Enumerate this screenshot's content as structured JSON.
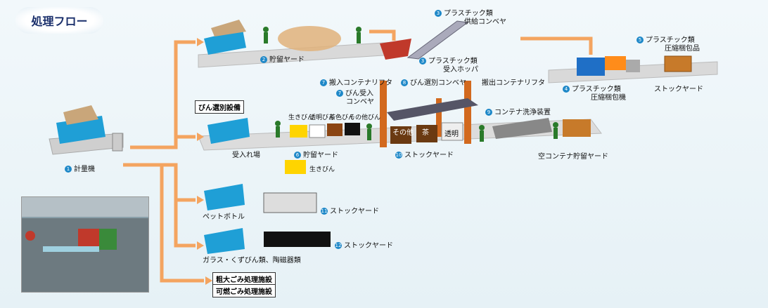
{
  "title": "処理フロー",
  "header_box": "びん選別設備",
  "facility_boxes": [
    "粗大ごみ処理施設",
    "可燃ごみ処理施設"
  ],
  "labels": {
    "n1": "計量機",
    "n2": "貯留ヤード",
    "n3a_line1": "プラスチック類",
    "n3a_line2": "供給コンベヤ",
    "n3b_line1": "プラスチック類",
    "n3b_line2": "受入ホッパ",
    "n4_line1": "プラスチック類",
    "n4_line2": "圧縮梱包機",
    "n5_line1": "プラスチック類",
    "n5_line2": "圧縮梱包品",
    "stock_plastic": "ストックヤード",
    "n7a": "搬入コンテナリフタ",
    "n7b_line1": "びん受入",
    "n7b_line2": "コンベヤ",
    "n8": "びん選別コンベヤ",
    "carry_out": "搬出コンテナリフタ",
    "bottle_types": [
      "生きびん",
      "透明びん",
      "茶色びん",
      "その他びん"
    ],
    "receiving": "受入れ場",
    "n6": "貯留ヤード",
    "live_bottles": "生きびん",
    "bin_other": "その他",
    "bin_brown": "茶",
    "bin_clear": "透明",
    "n10": "ストックヤード",
    "n9": "コンテナ洗浄装置",
    "empty_yard": "空コンテナ貯留ヤード",
    "pet": "ペットボトル",
    "n11": "ストックヤード",
    "glass": "ガラス・くずびん類、陶磁器類",
    "n12": "ストックヤード"
  },
  "numbers": {
    "n1": "1",
    "n2": "2",
    "n3": "3",
    "n4": "4",
    "n5": "5",
    "n6": "6",
    "n7": "7",
    "n8": "8",
    "n9": "9",
    "n10": "10",
    "n11": "11",
    "n12": "12"
  },
  "colors": {
    "arrow": "#f4a460",
    "truck": "#1f9fd6",
    "conveyor": "#d2691e",
    "badge": "#1e88c8",
    "platform": "#d8d8d8"
  }
}
